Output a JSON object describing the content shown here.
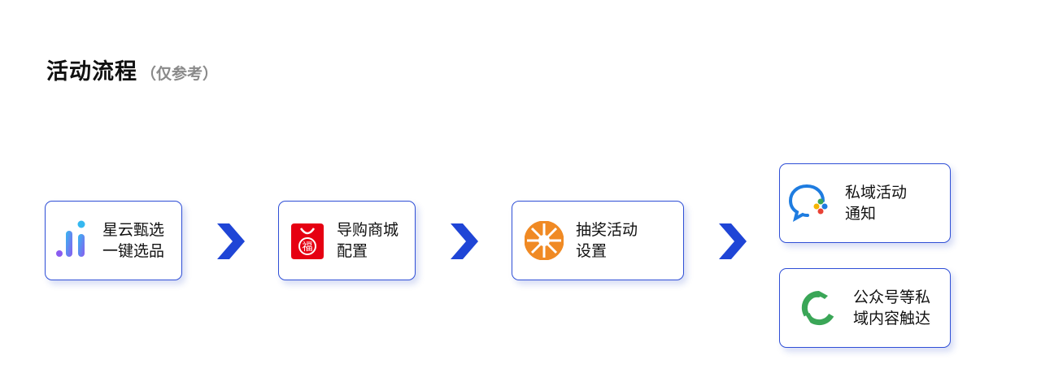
{
  "header": {
    "title": "活动流程",
    "subtitle": "（仅参考）"
  },
  "steps": [
    {
      "line1": "星云甄选",
      "line2": "一键选品",
      "icon": "bar-dots-logo-icon"
    },
    {
      "line1": "导购商城",
      "line2": "配置",
      "icon": "fu-shopping-bag-icon"
    },
    {
      "line1": "抽奖活动",
      "line2": "设置",
      "icon": "lottery-wheel-icon"
    }
  ],
  "outputs": [
    {
      "line1": "私域活动",
      "line2": "通知",
      "icon": "wecom-chat-icon"
    },
    {
      "line1": "公众号等私",
      "line2": "域内容触达",
      "icon": "recycle-arrows-icon"
    }
  ],
  "colors": {
    "border": "#2f4fd6",
    "arrow": "#1f45d6",
    "fu_red": "#e60012",
    "wheel_orange": "#f08a24",
    "wecom_blue": "#1e7ce0",
    "recycle_green": "#3aa657",
    "logo_gradient_start": "#35b8f0",
    "logo_gradient_end": "#8a5cf0"
  }
}
